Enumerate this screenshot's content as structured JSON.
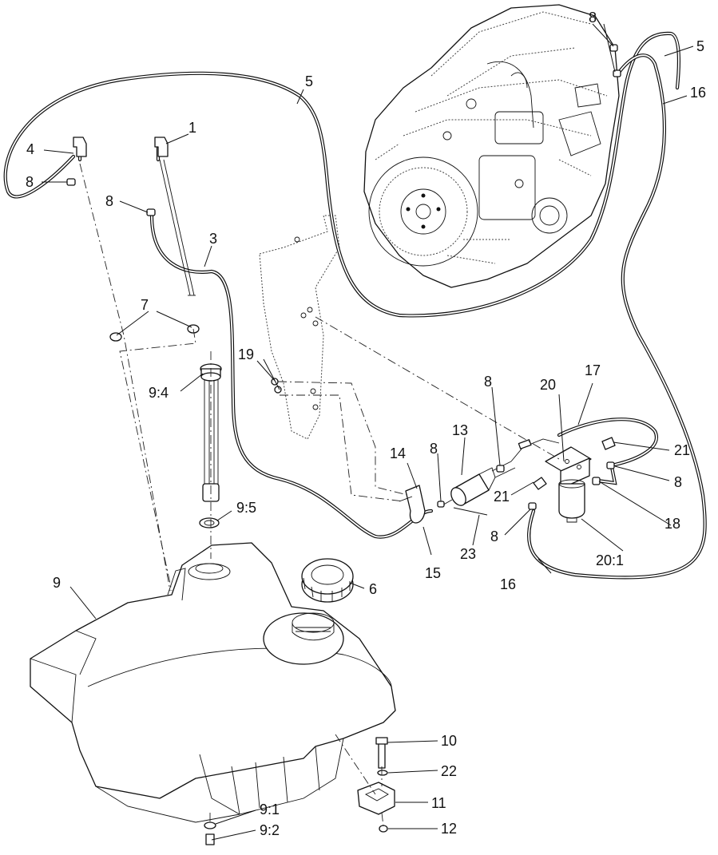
{
  "callouts": [
    {
      "id": "c1",
      "label": "1"
    },
    {
      "id": "c3",
      "label": "3"
    },
    {
      "id": "c4",
      "label": "4"
    },
    {
      "id": "c5a",
      "label": "5"
    },
    {
      "id": "c5b",
      "label": "5"
    },
    {
      "id": "c6",
      "label": "6"
    },
    {
      "id": "c7",
      "label": "7"
    },
    {
      "id": "c8a",
      "label": "8"
    },
    {
      "id": "c8b",
      "label": "8"
    },
    {
      "id": "c8c",
      "label": "8"
    },
    {
      "id": "c8d",
      "label": "8"
    },
    {
      "id": "c8e",
      "label": "8"
    },
    {
      "id": "c8f",
      "label": "8"
    },
    {
      "id": "c8g",
      "label": "8"
    },
    {
      "id": "c9",
      "label": "9"
    },
    {
      "id": "c9_1",
      "label": "9:1"
    },
    {
      "id": "c9_2",
      "label": "9:2"
    },
    {
      "id": "c9_4",
      "label": "9:4"
    },
    {
      "id": "c9_5",
      "label": "9:5"
    },
    {
      "id": "c10",
      "label": "10"
    },
    {
      "id": "c11",
      "label": "11"
    },
    {
      "id": "c12",
      "label": "12"
    },
    {
      "id": "c13",
      "label": "13"
    },
    {
      "id": "c14",
      "label": "14"
    },
    {
      "id": "c15",
      "label": "15"
    },
    {
      "id": "c16a",
      "label": "16"
    },
    {
      "id": "c16b",
      "label": "16"
    },
    {
      "id": "c17",
      "label": "17"
    },
    {
      "id": "c18",
      "label": "18"
    },
    {
      "id": "c19",
      "label": "19"
    },
    {
      "id": "c20",
      "label": "20"
    },
    {
      "id": "c20_1",
      "label": "20:1"
    },
    {
      "id": "c21a",
      "label": "21"
    },
    {
      "id": "c21b",
      "label": "21"
    },
    {
      "id": "c22",
      "label": "22"
    },
    {
      "id": "c23",
      "label": "23"
    }
  ]
}
